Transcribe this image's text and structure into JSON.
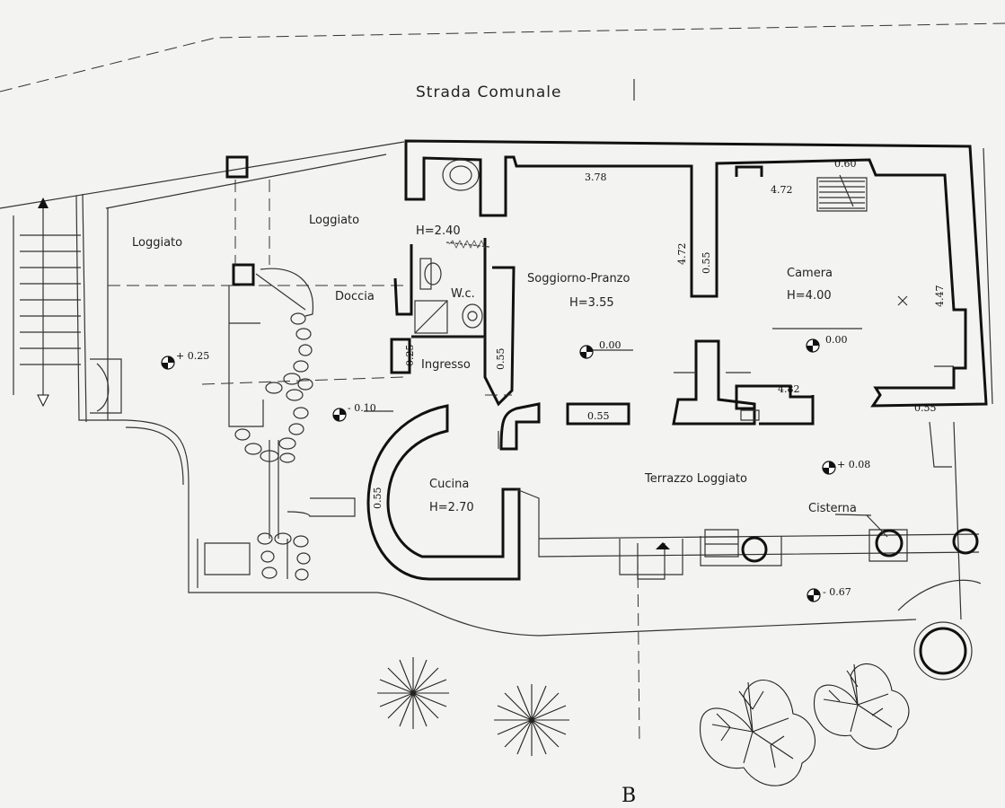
{
  "road": {
    "label": "Strada Comunale"
  },
  "rooms": {
    "loggiato_left": "Loggiato",
    "loggiato_mid": "Loggiato",
    "doccia": "Doccia",
    "wc_height": "H=2.40",
    "wc": "W.c.",
    "ingresso": "Ingresso",
    "soggiorno": "Soggiorno-Pranzo",
    "soggiorno_height": "H=3.55",
    "camera": "Camera",
    "camera_height": "H=4.00",
    "cucina": "Cucina",
    "cucina_height": "H=2.70",
    "terrazzo": "Terrazzo Loggiato",
    "cisterna": "Cisterna"
  },
  "dimensions": {
    "d_378": "3.78",
    "d_060": "0.60",
    "d_472_top": "4.72",
    "d_472_side": "4.72",
    "d_055_wall": "0.55",
    "d_447": "4.47",
    "d_025": "0.25",
    "d_055_ingresso": "0.55",
    "d_482": "4.82",
    "d_055_front": "0.55",
    "d_055_right": "0.55",
    "d_055_cucina": "0.55"
  },
  "levels": {
    "l_p025": "+ 0.25",
    "l_m010": "- 0.10",
    "l_soggiorno": "0.00",
    "l_camera": "0.00",
    "l_p008": "+ 0.08",
    "l_m067": "- 0.67"
  },
  "section_marker": "B"
}
